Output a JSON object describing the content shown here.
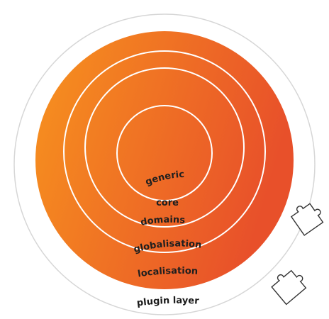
{
  "diagram": {
    "rings": {
      "core": "generic\ncore",
      "domains": "domains",
      "globalisation": "globalisation",
      "localisation": "localisation"
    },
    "plugin_layer": "plugin layer",
    "colors": {
      "orange_light": "#f7931e",
      "orange_dark": "#e8502a",
      "ring_stroke": "#ffffff",
      "outer_stroke": "#d9d9d9",
      "text": "#1f1f1f"
    },
    "icons": [
      "puzzle-piece-icon",
      "puzzle-piece-icon"
    ]
  }
}
